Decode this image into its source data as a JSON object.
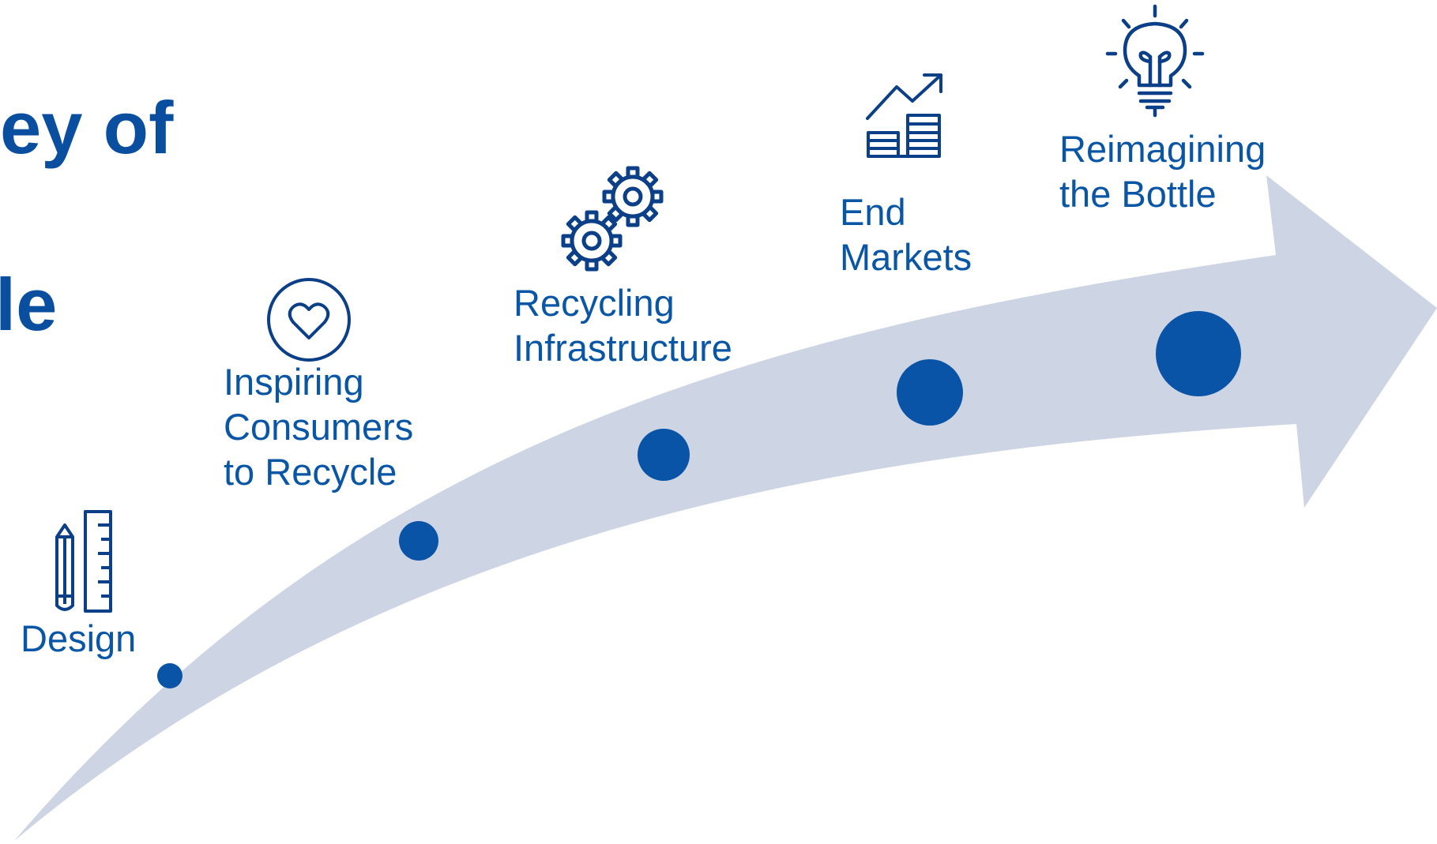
{
  "title": {
    "line1": "ey of",
    "line2": "le"
  },
  "colors": {
    "arrow": "#cdd4e3",
    "dot": "#0a54a8",
    "text": "#0a56a6",
    "title": "#0a4f9f",
    "icon": "#0b3f88"
  },
  "stages": [
    {
      "icon": "pencil-ruler-icon",
      "lines": [
        "Design"
      ]
    },
    {
      "icon": "heart-circle-icon",
      "lines": [
        "Inspiring",
        "Consumers",
        "to Recycle"
      ]
    },
    {
      "icon": "gears-icon",
      "lines": [
        "Recycling",
        "Infrastructure"
      ]
    },
    {
      "icon": "growth-chart-coins-icon",
      "lines": [
        "End",
        "Markets"
      ]
    },
    {
      "icon": "lightbulb-icon",
      "lines": [
        "Reimagining",
        "the Bottle"
      ]
    }
  ]
}
